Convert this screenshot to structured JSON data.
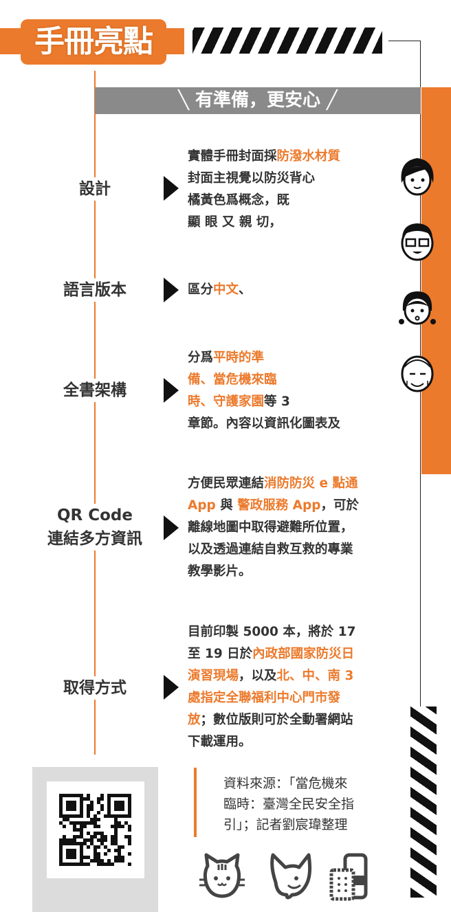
{
  "header": {
    "title": "手冊亮點",
    "banner": "╲ 有準備，更安心 ╱"
  },
  "colors": {
    "accent": "#ec7a2c",
    "gray": "#8a8a8a"
  },
  "sections": [
    {
      "label": [
        "設計"
      ],
      "text": [
        [
          {
            "t": "實體手冊封面採"
          },
          {
            "t": "防潑水材質",
            "hl": true
          }
        ],
        [
          {
            "t": "封面主視覺以防災背心"
          }
        ],
        [
          {
            "t": "橘黃色爲概念，既"
          }
        ],
        [
          {
            "t": "顯 眼 又 親 切，"
          }
        ]
      ]
    },
    {
      "label": [
        "語言版本"
      ],
      "text": [
        [
          {
            "t": "區分"
          },
          {
            "t": "中文",
            "hl": true
          },
          {
            "t": "、"
          }
        ]
      ]
    },
    {
      "label": [
        "全書架構"
      ],
      "text": [
        [
          {
            "t": "分爲"
          },
          {
            "t": "平時的準",
            "hl": true
          }
        ],
        [
          {
            "t": "備、當危機來臨",
            "hl": true
          }
        ],
        [
          {
            "t": "時、守護家園",
            "hl": true
          },
          {
            "t": "等 3"
          }
        ],
        [
          {
            "t": "章節。內容以資訊化圖表及"
          }
        ]
      ]
    },
    {
      "label": [
        "QR Code",
        "連結多方資訊"
      ],
      "text": [
        [
          {
            "t": "方便民眾連結"
          },
          {
            "t": "消防防災 e 點通",
            "hl": true
          }
        ],
        [
          {
            "t": "App",
            "hl": true
          },
          {
            "t": " 與 "
          },
          {
            "t": "警政服務 App",
            "hl": true
          },
          {
            "t": "，可於"
          }
        ],
        [
          {
            "t": "離線地圖中取得避難所位置，"
          }
        ],
        [
          {
            "t": "以及透過連結自救互救的專業"
          }
        ],
        [
          {
            "t": "教學影片。"
          }
        ]
      ]
    },
    {
      "label": [
        "取得方式"
      ],
      "text": [
        [
          {
            "t": "目前印製 5000 本，將於 17"
          }
        ],
        [
          {
            "t": "至 19 日於"
          },
          {
            "t": "內政部國家防災日",
            "hl": true
          }
        ],
        [
          {
            "t": "演習現場",
            "hl": true
          },
          {
            "t": "，以及"
          },
          {
            "t": "北、中、南 3",
            "hl": true
          }
        ],
        [
          {
            "t": "處指定全聯福利中心門市發",
            "hl": true
          }
        ],
        [
          {
            "t": "放",
            "hl": true
          },
          {
            "t": "；數位版則可於全動署網站"
          }
        ],
        [
          {
            "t": "下載運用。"
          }
        ]
      ]
    }
  ],
  "source": [
    "資料來源：「當危機來",
    "臨時：臺灣全民安全指",
    "引」；記者劉宸瑋整理"
  ]
}
